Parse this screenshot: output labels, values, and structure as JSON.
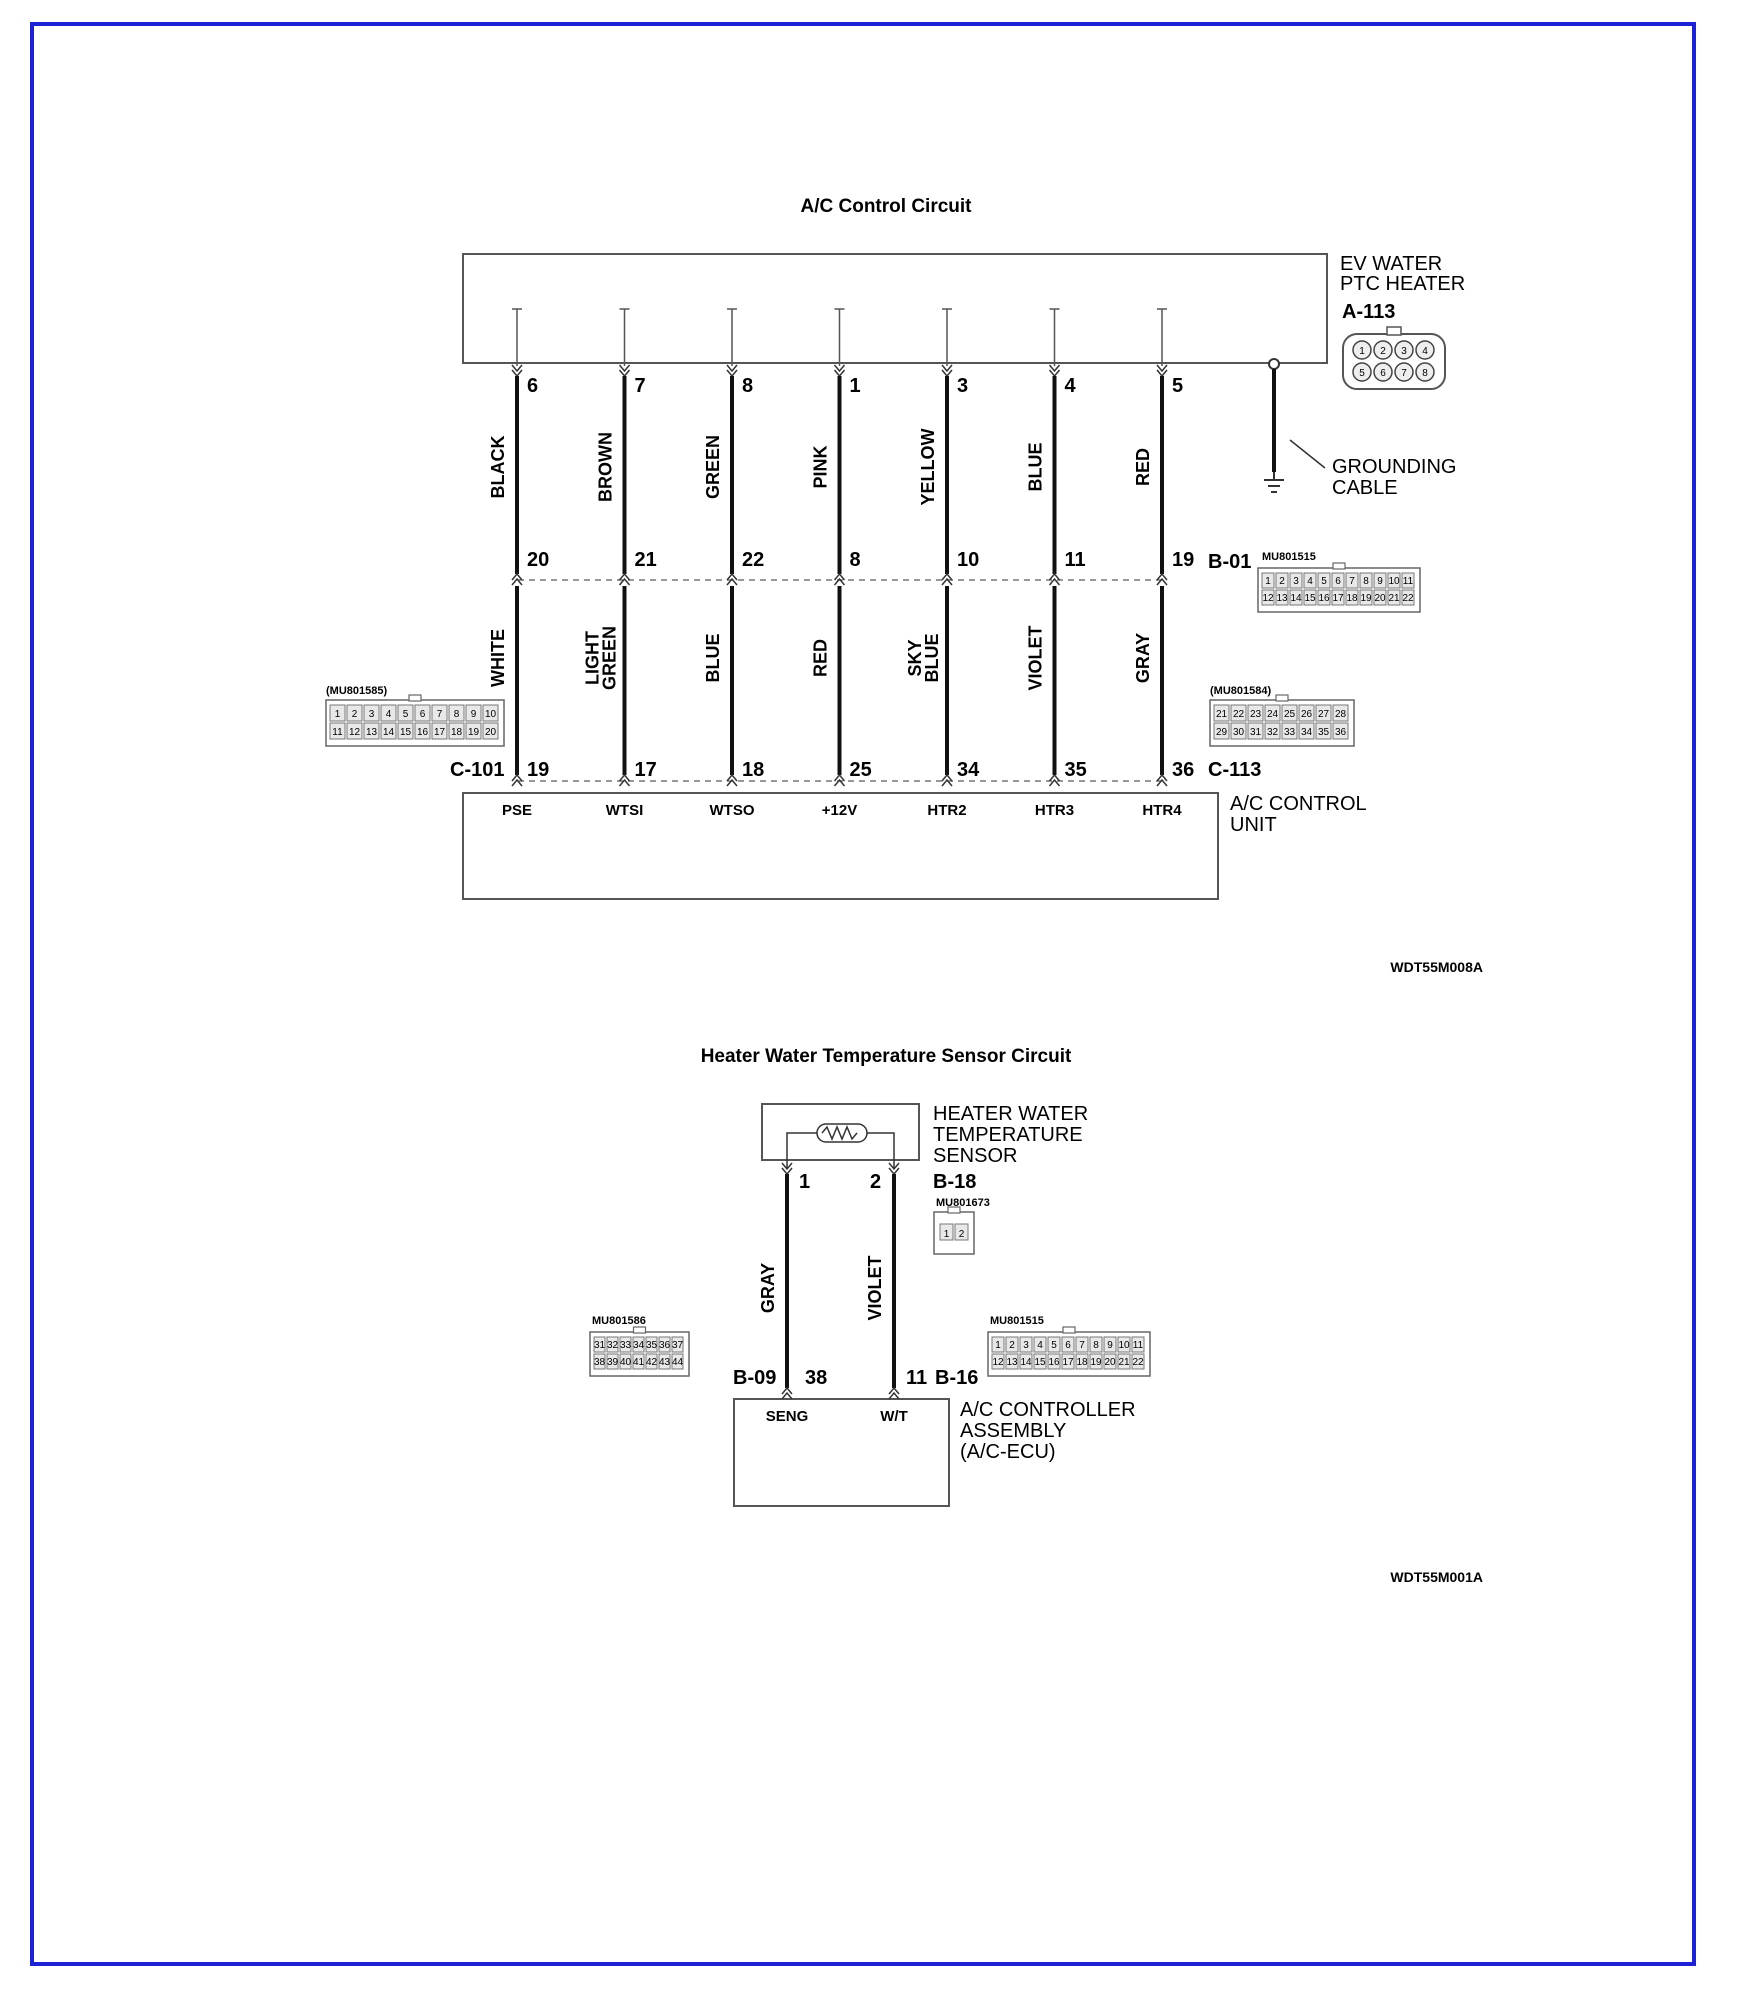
{
  "ac_circuit": {
    "title": "A/C Control Circuit",
    "heater": {
      "name_line1": "EV WATER",
      "name_line2": "PTC HEATER",
      "connector": "A-113",
      "pinout_top": [
        "1",
        "2",
        "3",
        "4"
      ],
      "pinout_bottom": [
        "5",
        "6",
        "7",
        "8"
      ]
    },
    "ground": {
      "line1": "GROUNDING",
      "line2": "CABLE"
    },
    "junction": {
      "connector": "B-01",
      "part": "MU801515",
      "pinout_top": [
        "1",
        "2",
        "3",
        "4",
        "5",
        "6",
        "7",
        "8",
        "9",
        "10",
        "11"
      ],
      "pinout_bottom": [
        "12",
        "13",
        "14",
        "15",
        "16",
        "17",
        "18",
        "19",
        "20",
        "21",
        "22"
      ]
    },
    "left_connector": {
      "connector": "C-101",
      "part": "(MU801585)",
      "pinout_top": [
        "1",
        "2",
        "3",
        "4",
        "5",
        "6",
        "7",
        "8",
        "9",
        "10"
      ],
      "pinout_bottom": [
        "11",
        "12",
        "13",
        "14",
        "15",
        "16",
        "17",
        "18",
        "19",
        "20"
      ]
    },
    "right_connector": {
      "connector": "C-113",
      "part": "(MU801584)",
      "pinout_top": [
        "21",
        "22",
        "23",
        "24",
        "25",
        "26",
        "27",
        "28"
      ],
      "pinout_bottom": [
        "29",
        "30",
        "31",
        "32",
        "33",
        "34",
        "35",
        "36"
      ]
    },
    "unit": {
      "line1": "A/C CONTROL",
      "line2": "UNIT"
    },
    "wires": [
      {
        "heater_pin": "6",
        "upper_color": "BLACK",
        "junction_pin": "20",
        "lower_color": [
          "WHITE"
        ],
        "unit_pin": "19",
        "terminal": "PSE"
      },
      {
        "heater_pin": "7",
        "upper_color": "BROWN",
        "junction_pin": "21",
        "lower_color": [
          "LIGHT",
          "GREEN"
        ],
        "unit_pin": "17",
        "terminal": "WTSI"
      },
      {
        "heater_pin": "8",
        "upper_color": "GREEN",
        "junction_pin": "22",
        "lower_color": [
          "BLUE"
        ],
        "unit_pin": "18",
        "terminal": "WTSO"
      },
      {
        "heater_pin": "1",
        "upper_color": "PINK",
        "junction_pin": "8",
        "lower_color": [
          "RED"
        ],
        "unit_pin": "25",
        "terminal": "+12V"
      },
      {
        "heater_pin": "3",
        "upper_color": "YELLOW",
        "junction_pin": "10",
        "lower_color": [
          "SKY",
          "BLUE"
        ],
        "unit_pin": "34",
        "terminal": "HTR2"
      },
      {
        "heater_pin": "4",
        "upper_color": "BLUE",
        "junction_pin": "11",
        "lower_color": [
          "VIOLET"
        ],
        "unit_pin": "35",
        "terminal": "HTR3"
      },
      {
        "heater_pin": "5",
        "upper_color": "RED",
        "junction_pin": "19",
        "lower_color": [
          "GRAY"
        ],
        "unit_pin": "36",
        "terminal": "HTR4"
      }
    ],
    "figure_code": "WDT55M008A"
  },
  "sensor_circuit": {
    "title": "Heater Water Temperature Sensor Circuit",
    "sensor": {
      "line1": "HEATER WATER",
      "line2": "TEMPERATURE",
      "line3": "SENSOR",
      "connector": "B-18",
      "part": "MU801673",
      "pinout": [
        "1",
        "2"
      ]
    },
    "left_connector": {
      "connector": "B-09",
      "part": "MU801586",
      "pinout_top": [
        "31",
        "32",
        "33",
        "34",
        "35",
        "36",
        "37"
      ],
      "pinout_bottom": [
        "38",
        "39",
        "40",
        "41",
        "42",
        "43",
        "44"
      ]
    },
    "right_connector": {
      "connector": "B-16",
      "part": "MU801515",
      "pinout_top": [
        "1",
        "2",
        "3",
        "4",
        "5",
        "6",
        "7",
        "8",
        "9",
        "10",
        "11"
      ],
      "pinout_bottom": [
        "12",
        "13",
        "14",
        "15",
        "16",
        "17",
        "18",
        "19",
        "20",
        "21",
        "22"
      ]
    },
    "unit": {
      "line1": "A/C CONTROLLER",
      "line2": "ASSEMBLY",
      "line3": "(A/C-ECU)"
    },
    "wires": [
      {
        "sensor_pin": "1",
        "color": "GRAY",
        "unit_pin": "38",
        "terminal": "SENG"
      },
      {
        "sensor_pin": "2",
        "color": "VIOLET",
        "unit_pin": "11",
        "terminal": "W/T"
      }
    ],
    "figure_code": "WDT55M001A"
  }
}
